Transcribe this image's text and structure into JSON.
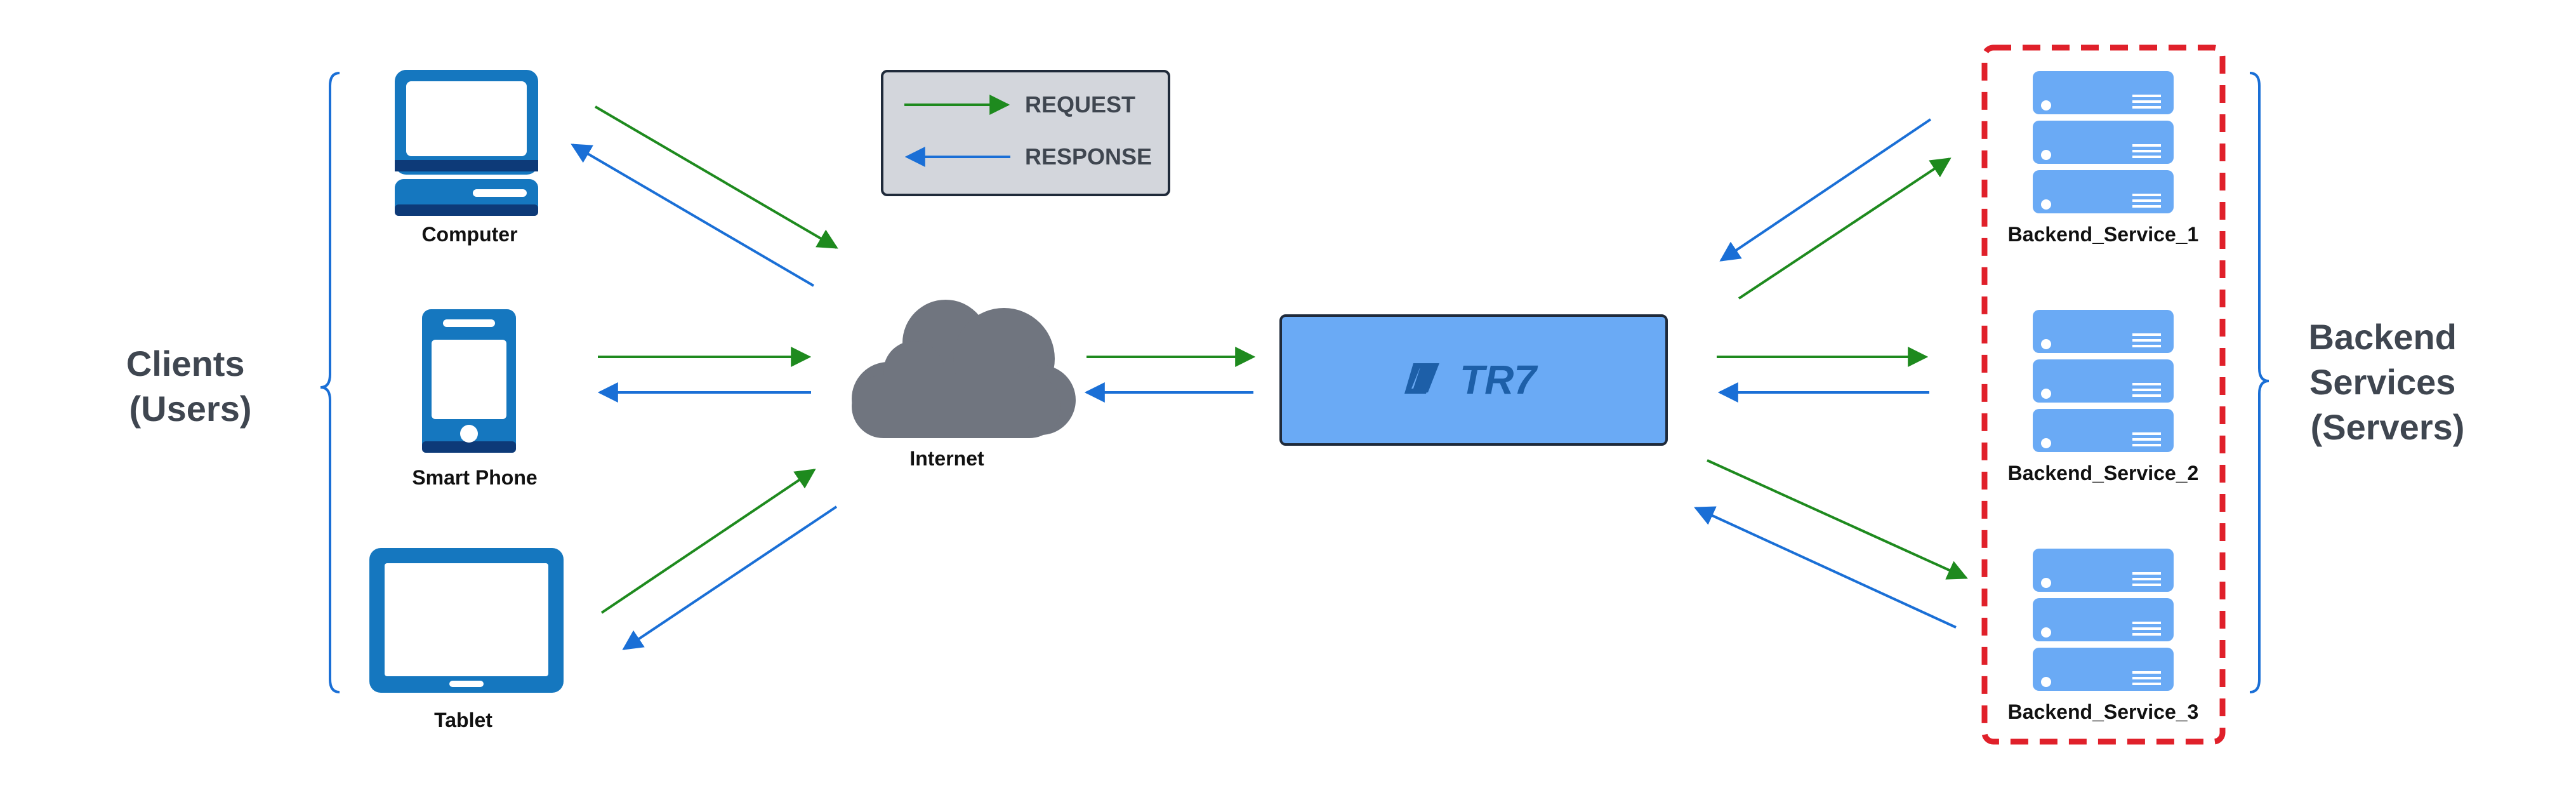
{
  "groups": {
    "clients": {
      "line1": "Clients",
      "line2": "(Users)"
    },
    "backend": {
      "line1": "Backend",
      "line2": "Services",
      "line3": "(Servers)"
    }
  },
  "nodes": {
    "computer": "Computer",
    "smartphone": "Smart Phone",
    "tablet": "Tablet",
    "internet": "Internet",
    "gateway_logo": "TR7",
    "service_1": "Backend_Service_1",
    "service_2": "Backend_Service_2",
    "service_3": "Backend_Service_3"
  },
  "legend": {
    "request": "REQUEST",
    "response": "RESPONSE"
  },
  "colors": {
    "request": "#1e8a1e",
    "response": "#1a6fd6",
    "device": "#1577bf",
    "device_dark": "#0d3a78",
    "server": "#6aaaf5",
    "cloud": "#70757f",
    "gateway_fill": "#6aaaf5",
    "dashed_border": "#e0202a",
    "legend_fill": "#d3d6dc"
  },
  "icons": {
    "computer": "desktop-computer-icon",
    "smartphone": "smartphone-icon",
    "tablet": "tablet-icon",
    "internet": "cloud-icon",
    "server": "server-rack-icon"
  }
}
